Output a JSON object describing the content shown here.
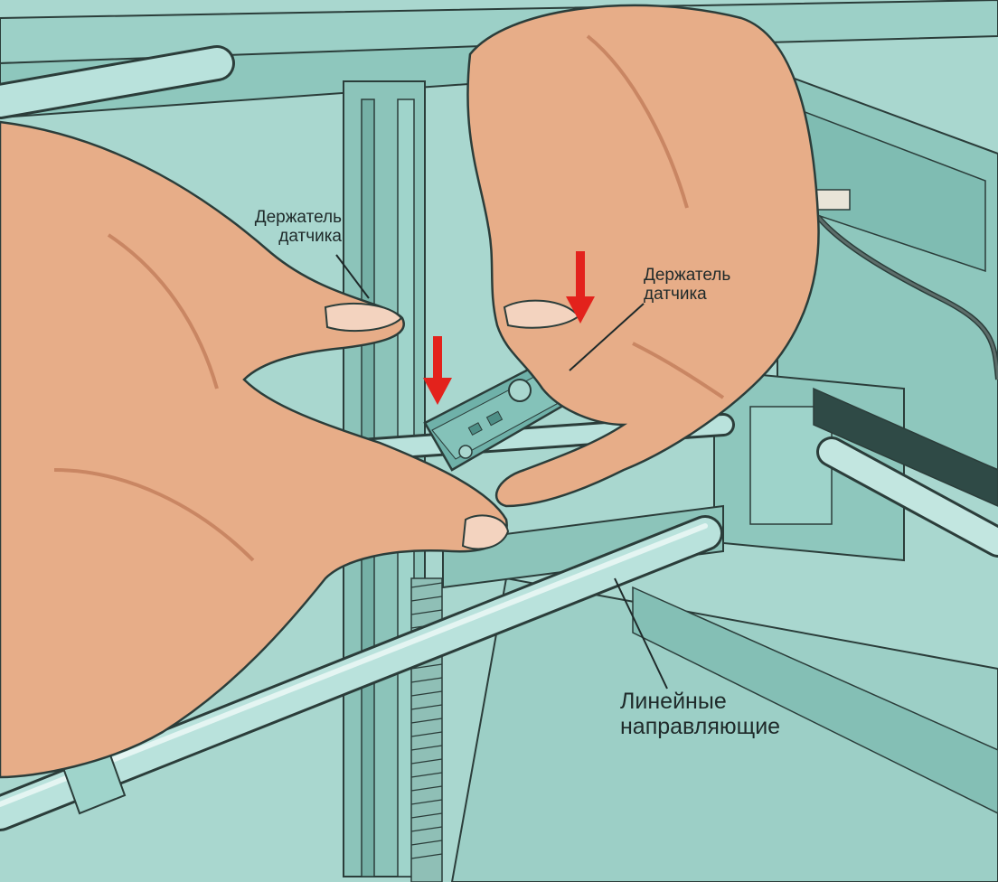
{
  "labels": {
    "sensor_holder_left": {
      "line1": "Держатель",
      "line2": "датчика"
    },
    "sensor_holder_right": {
      "line1": "Держатель",
      "line2": "датчика"
    },
    "linear_guides": {
      "line1": "Линейные",
      "line2": "направляющие"
    }
  },
  "colors": {
    "background": "#a9d7cf",
    "frame": "#8ec7bd",
    "frame_dark": "#5f9f95",
    "rod": "#b9e2dc",
    "skin": "#e7ad88",
    "skin_shadow": "#c98663",
    "part": "#6fb1a9",
    "arrow": "#e3221c",
    "outline": "#2b3d3a"
  }
}
